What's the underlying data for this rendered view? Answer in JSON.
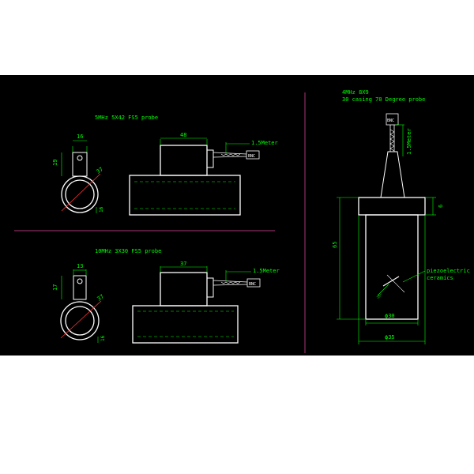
{
  "titles": {
    "probe1": "5MHz 5X42 FS5 probe",
    "probe2": "10MHz 3X30 FS5 probe",
    "probe3_line1": "4MHz 8X9",
    "probe3_line2": "30 casing 70 Degree probe"
  },
  "dims": {
    "p1_width": "16",
    "p1_height": "19",
    "p1_diameter": "37",
    "p1_small": "16",
    "p1_body": "48",
    "p1_cable": "1.5Meter",
    "p2_width": "13",
    "p2_height": "17",
    "p2_diameter": "37",
    "p2_small": "16",
    "p2_body": "37",
    "p2_cable": "1.5Meter",
    "p3_cable": "1.5Meter",
    "p3_cap": "6",
    "p3_height": "65",
    "p3_inner": "ϕ30",
    "p3_outer": "ϕ35",
    "p3_part_line1": "piezoelectric",
    "p3_part_line2": "ceramics",
    "p3_angle": "25°"
  },
  "connector": "BNC",
  "colors": {
    "background": "#000000",
    "outline": "#ffffff",
    "dimension": "#00ff00",
    "centerline": "#ff3333",
    "divider": "#aa3377"
  }
}
